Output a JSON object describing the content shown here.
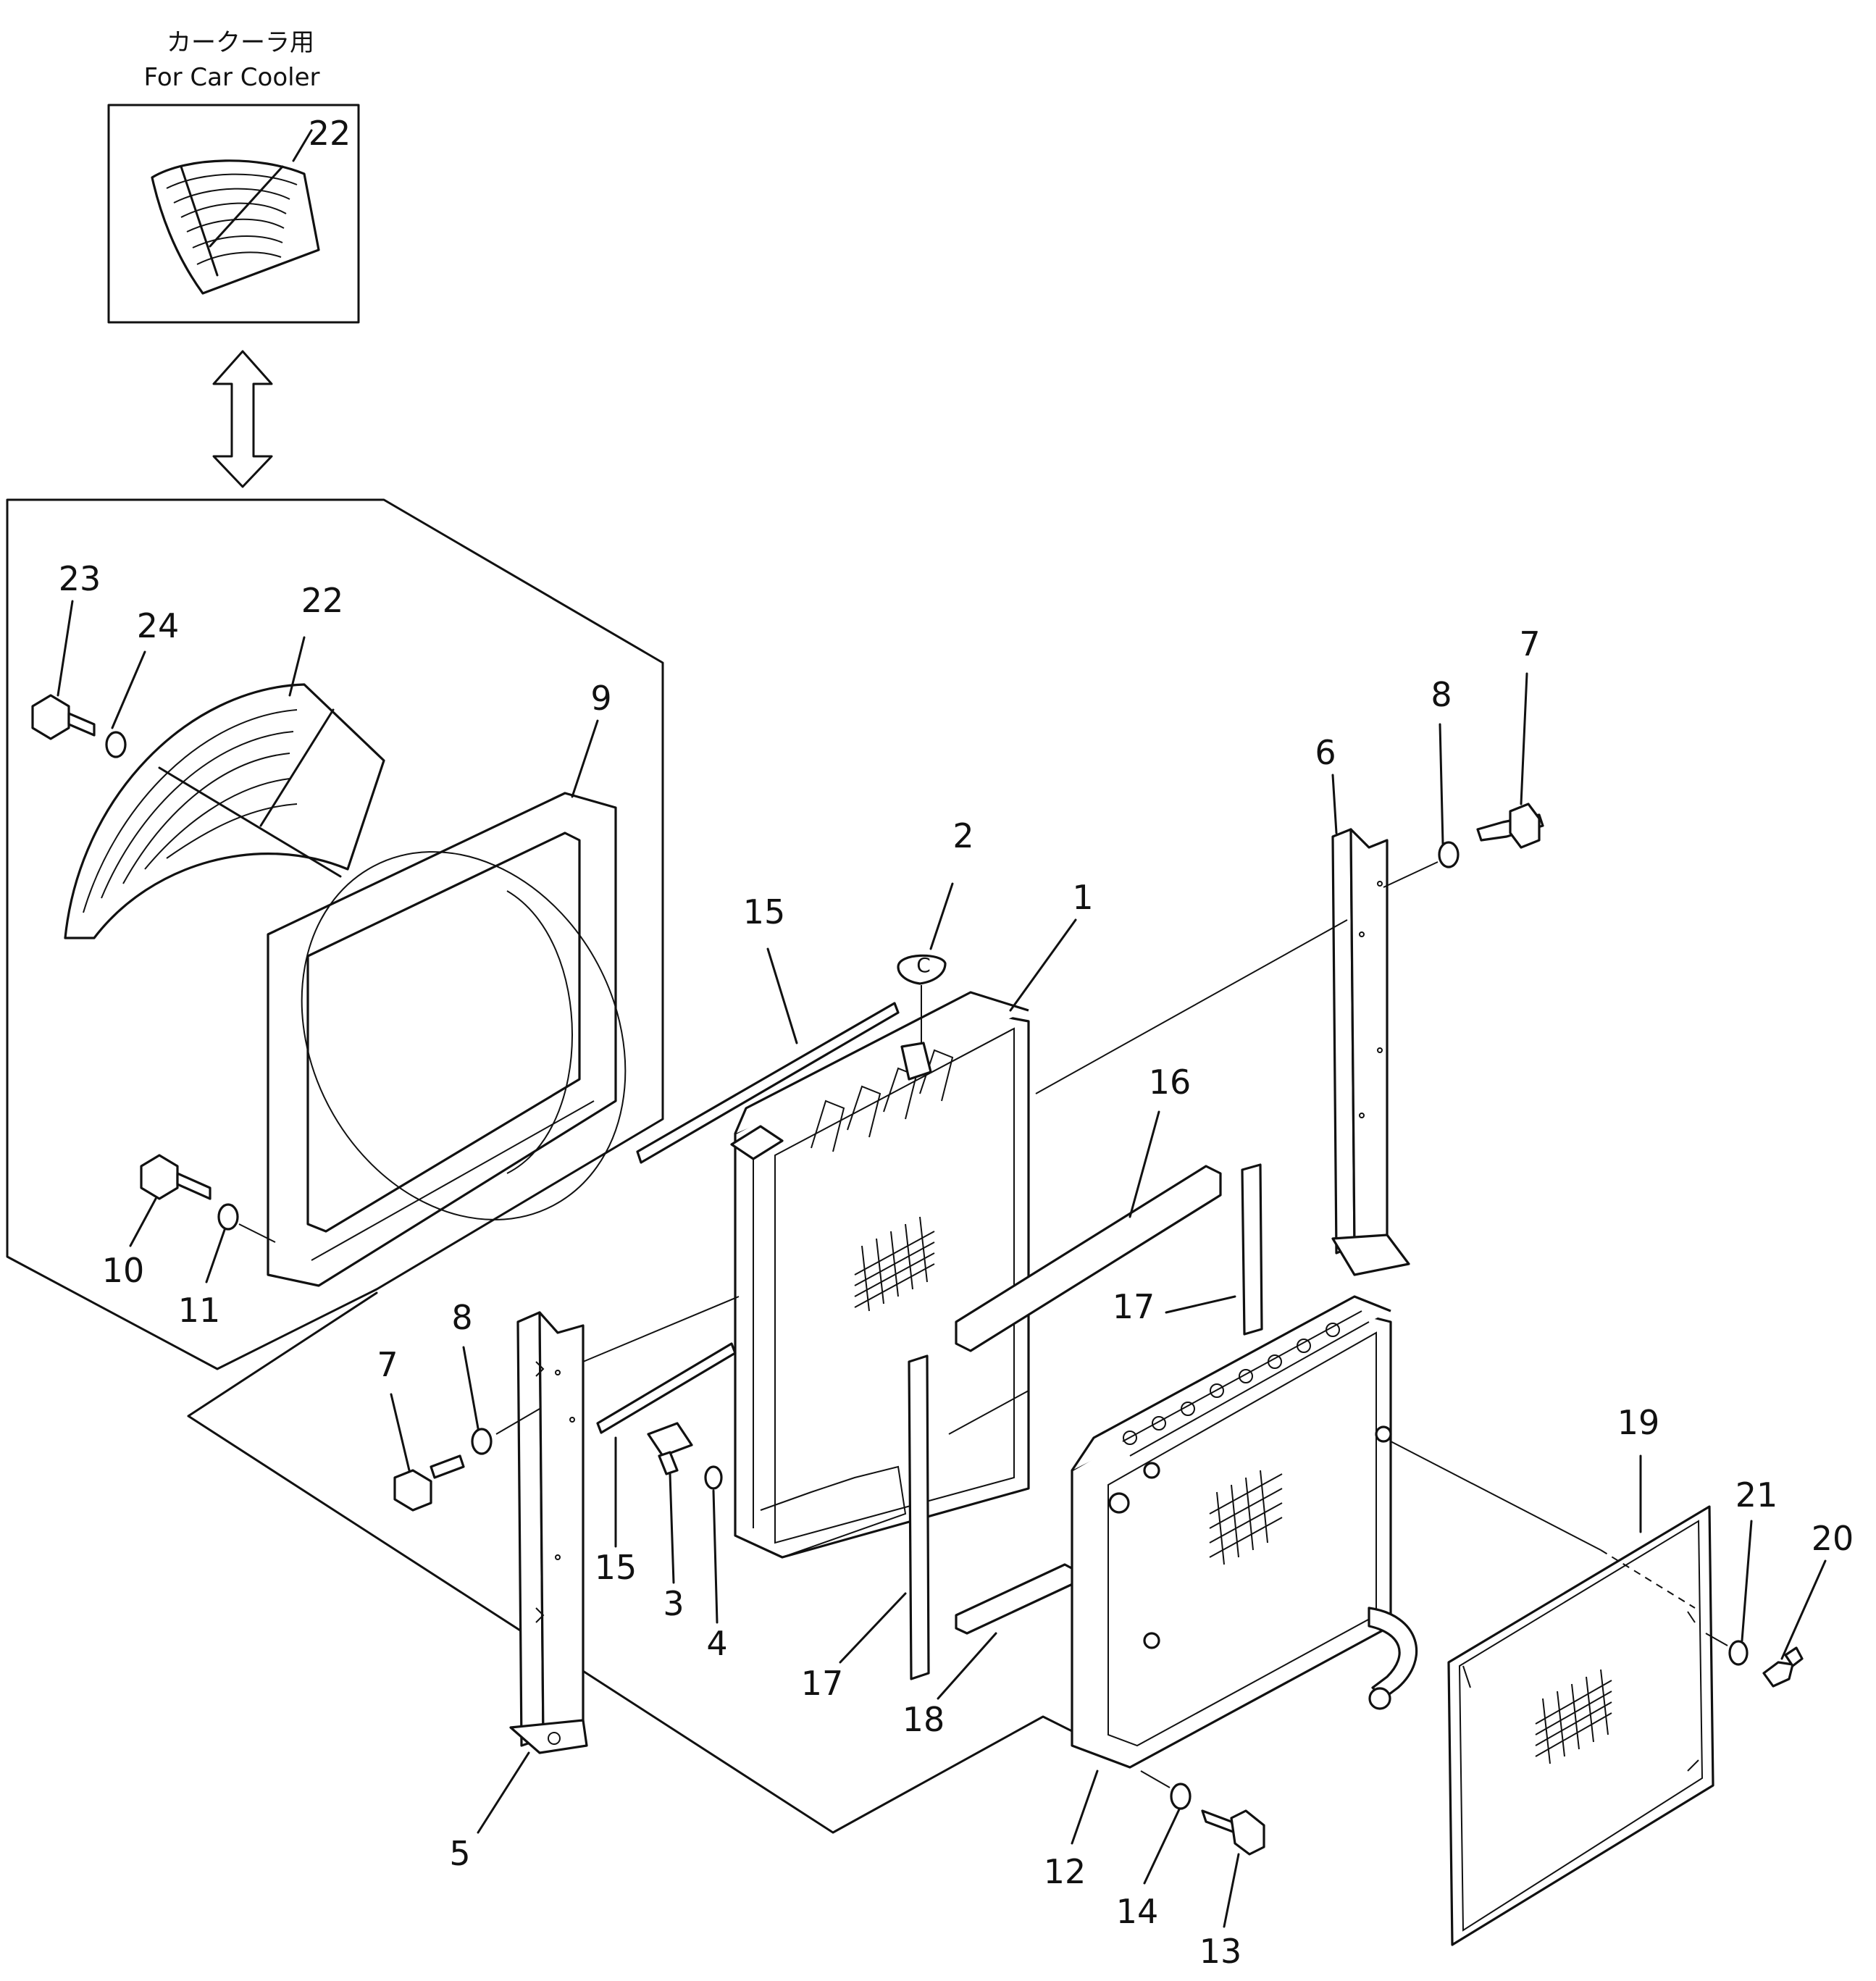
{
  "caption": {
    "jp": "カークーラ用",
    "en": "For Car Cooler"
  },
  "labels": {
    "p1": "1",
    "p2": "2",
    "p3": "3",
    "p4": "4",
    "p5": "5",
    "p6": "6",
    "p7a": "7",
    "p7b": "7",
    "p8a": "8",
    "p8b": "8",
    "p9": "9",
    "p10": "10",
    "p11": "11",
    "p12": "12",
    "p13": "13",
    "p14": "14",
    "p15a": "15",
    "p15b": "15",
    "p16": "16",
    "p17a": "17",
    "p17b": "17",
    "p18": "18",
    "p19": "19",
    "p20": "20",
    "p21": "21",
    "p22a": "22",
    "p22b": "22",
    "p23": "23",
    "p24": "24"
  }
}
